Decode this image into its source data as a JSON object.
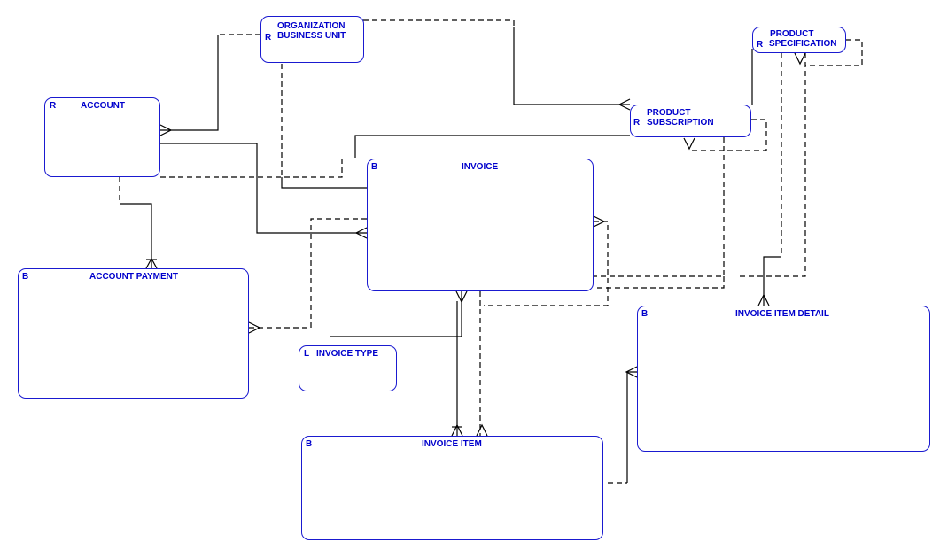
{
  "diagram": {
    "entities": {
      "org_business_unit": {
        "code": "R",
        "lines": [
          "ORGANIZATION",
          "BUSINESS UNIT"
        ]
      },
      "product_specification": {
        "code": "R",
        "lines": [
          "PRODUCT",
          "SPECIFICATION"
        ]
      },
      "account": {
        "code": "R",
        "title": "ACCOUNT"
      },
      "product_subscription": {
        "code": "R",
        "lines": [
          "PRODUCT",
          "SUBSCRIPTION"
        ]
      },
      "invoice": {
        "code": "B",
        "title": "INVOICE"
      },
      "account_payment": {
        "code": "B",
        "title": "ACCOUNT PAYMENT"
      },
      "invoice_type": {
        "code": "L",
        "title": "INVOICE TYPE"
      },
      "invoice_item_detail": {
        "code": "B",
        "title": "INVOICE ITEM DETAIL"
      },
      "invoice_item": {
        "code": "B",
        "title": "INVOICE ITEM"
      }
    },
    "colors": {
      "entity_border": "#1a1ad0",
      "entity_text": "#0000cc",
      "line": "#000000",
      "background": "#ffffff"
    }
  }
}
